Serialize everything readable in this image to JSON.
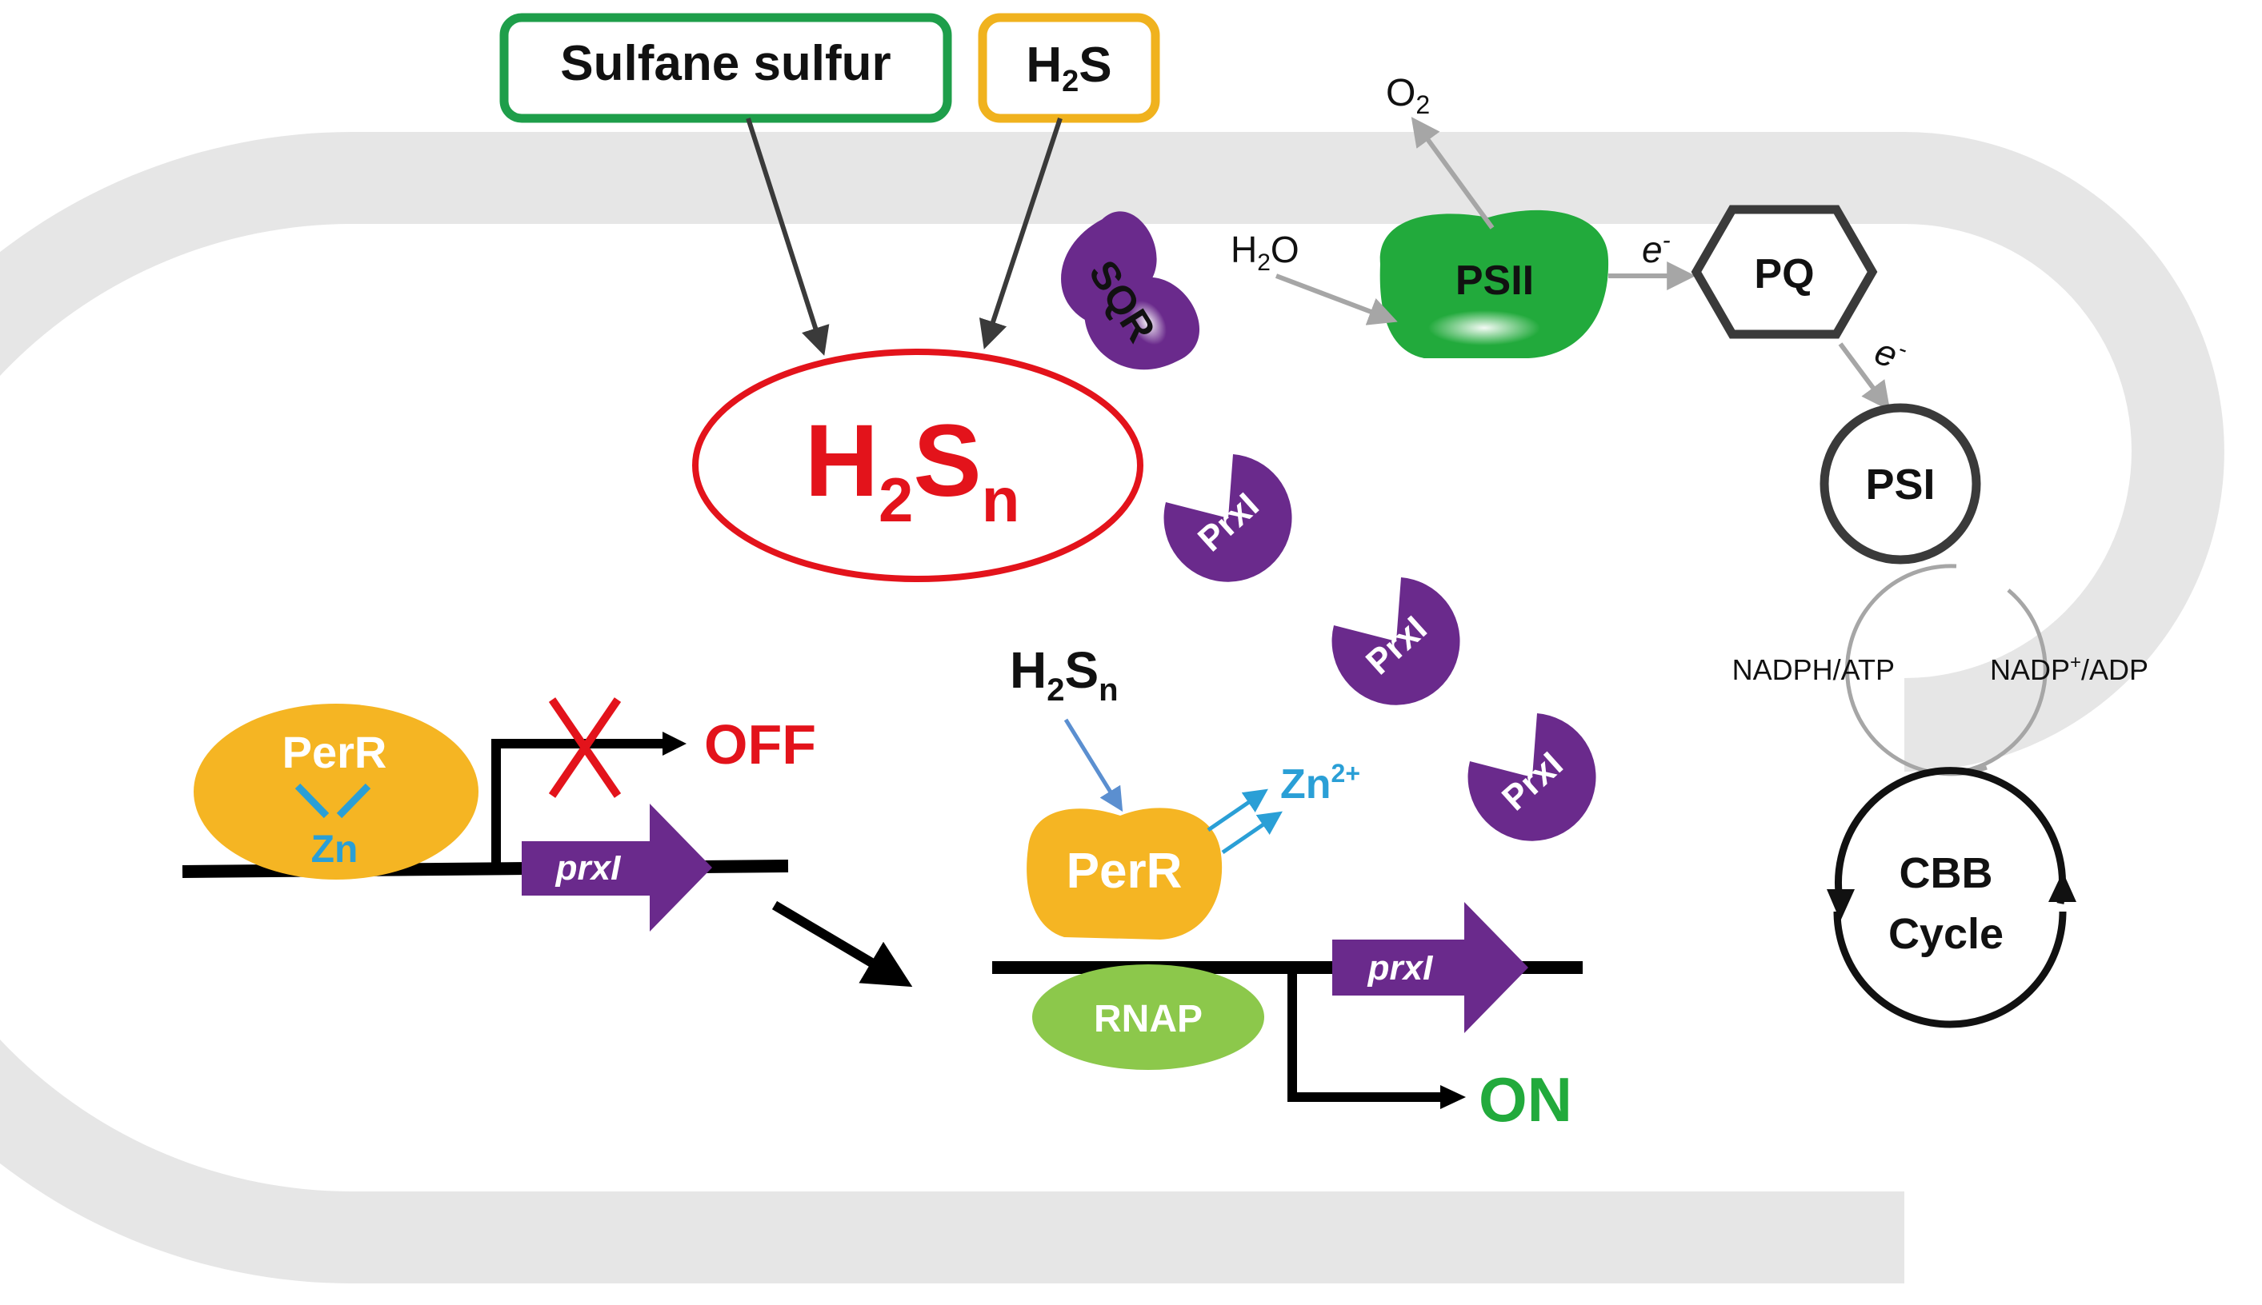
{
  "colors": {
    "cell_wall": "#e6e6e6",
    "green": "#22aa3c",
    "green_box": "#1e9e4a",
    "yellow_box": "#f0b21e",
    "red": "#e3131b",
    "purple": "#6a2a8c",
    "perr": "#f5b523",
    "zn_blue": "#2a9fd6",
    "rnap": "#8cc84b",
    "gray": "#a6a6a6",
    "dark": "#3a3a3a"
  },
  "inputs": {
    "sulfane": "Sulfane sulfur",
    "h2s_main": "H",
    "h2s_sub": "2",
    "h2s_tail": "S"
  },
  "center": {
    "h2sn_main": "H",
    "h2sn_sub": "2",
    "h2sn_s": "S",
    "h2sn_n": "n"
  },
  "proteins": {
    "sqr": "SQR",
    "prxi": [
      "PrxI",
      "PrxI",
      "PrxI"
    ]
  },
  "photosynthesis": {
    "o2_main": "O",
    "o2_sub": "2",
    "h2o_h": "H",
    "h2o_sub": "2",
    "h2o_o": "O",
    "psii": "PSII",
    "pq": "PQ",
    "psi": "PSI",
    "electron_1": "e",
    "electron_1_sup": "-",
    "electron_2": "e",
    "electron_2_sup": "-",
    "nadph_atp": "NADPH/ATP",
    "nadp_main": "NADP",
    "nadp_sup": "+",
    "nadp_tail": "/ADP",
    "cbb_line1": "CBB",
    "cbb_line2": "Cycle"
  },
  "off_state": {
    "perr": "PerR",
    "zn": "Zn",
    "gene": "prxI",
    "status": "OFF"
  },
  "on_state": {
    "h2sn_main": "H",
    "h2sn_sub": "2",
    "h2sn_s": "S",
    "h2sn_n": "n",
    "zn_main": "Zn",
    "zn_sup": "2+",
    "perr": "PerR",
    "rnap": "RNAP",
    "gene": "prxI",
    "status": "ON"
  }
}
